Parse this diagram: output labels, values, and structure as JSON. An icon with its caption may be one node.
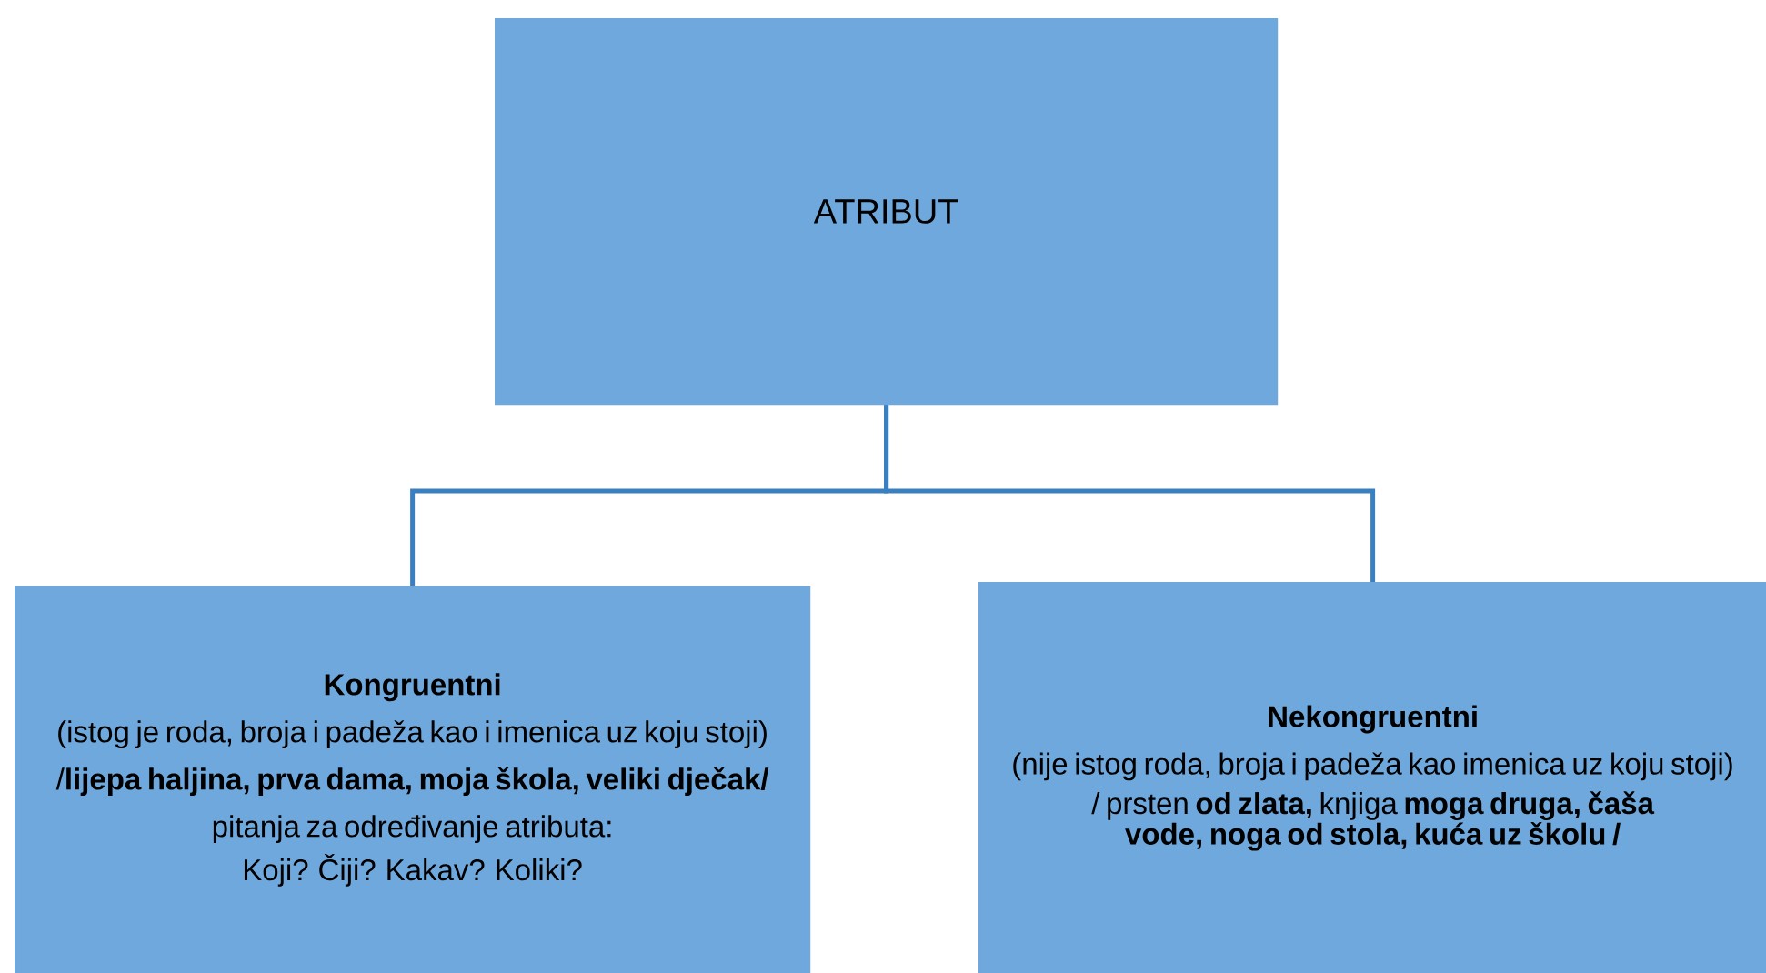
{
  "diagram": {
    "nodes": [
      {
        "text": [
          "ATRIBUT"
        ]
      },
      {
        "text": [
          "Kongruentni",
          "(istog je roda, broja i padeža kao i imenica uz koju stoji)",
          "/**lijepa haljina, prva dama, moja škola, veliki dječak/**",
          "pitanja za određivanje atributa:",
          "Koji? Čiji? Kakav? Koliki?"
        ]
      },
      {
        "text": [
          "Nekongruentni",
          "(nije istog roda, broja i padeža kao imenica uz koju stoji)",
          "/ prsten **od zlata,** knjiga **moga druga, čaša vode,  noga od stola, kuća uz školu /**"
        ]
      }
    ],
    "edges": [
      {
        "from": 0,
        "to": 1,
        "arrow": "none"
      },
      {
        "from": 0,
        "to": 2,
        "arrow": "none"
      }
    ]
  }
}
